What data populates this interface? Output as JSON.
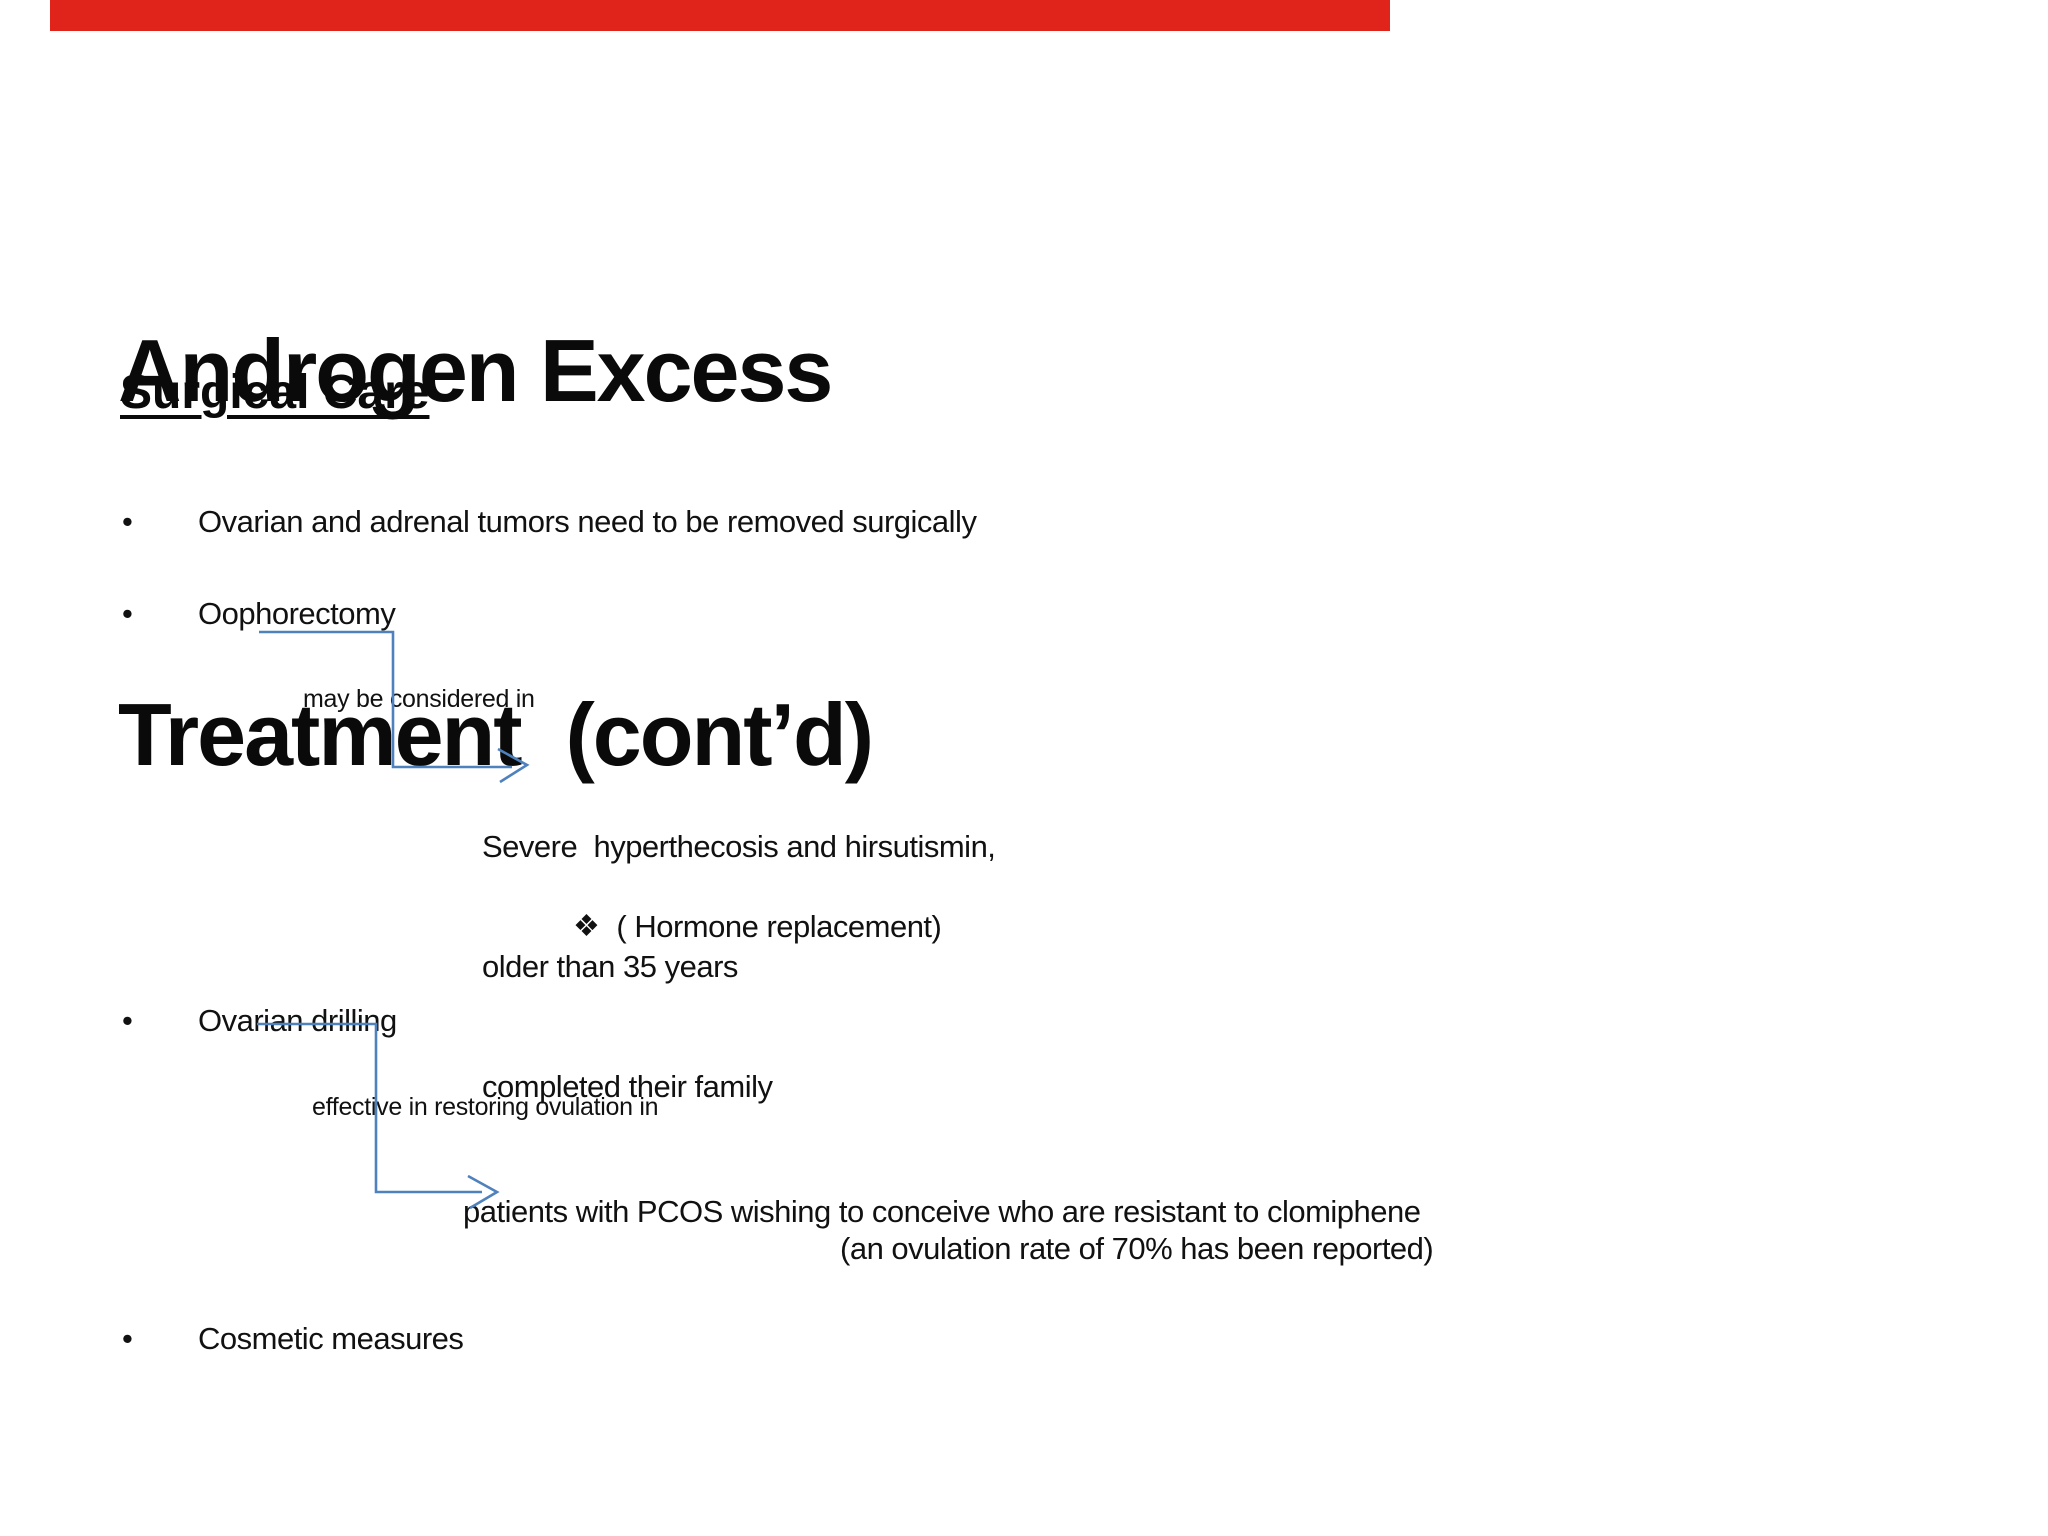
{
  "slide": {
    "progress_bar_color": "#e0241b",
    "connector_color": "#4f81bd",
    "title_lines": [
      "Androgen Excess",
      "Treatment  (cont’d)"
    ],
    "section_heading": "Surgical Care",
    "bullet_glyph": "•",
    "bullets": [
      {
        "label": "Ovarian and adrenal tumors need to be removed surgically"
      },
      {
        "label": "Oophorectomy"
      },
      {
        "label": "Ovarian drilling"
      },
      {
        "label": "Cosmetic measures"
      }
    ],
    "oophorectomy_note": "may be considered in",
    "oophorectomy_detail_lines": [
      "Severe  hyperthecosis and hirsutismin,",
      "older than 35 years",
      "completed their family"
    ],
    "hormone_glyph": "❖",
    "hormone_note": "( Hormone replacement)",
    "drilling_note": "effective in restoring ovulation in",
    "drilling_detail_line1": "patients with PCOS wishing to conceive who are resistant to clomiphene",
    "drilling_detail_line2": "(an ovulation rate of 70% has been reported)"
  }
}
